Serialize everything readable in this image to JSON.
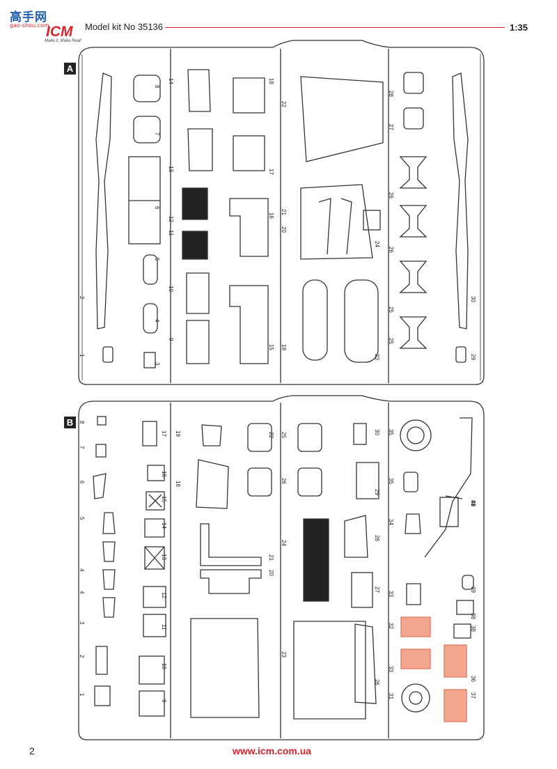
{
  "header": {
    "site_cn": "高手网",
    "site_domain": "gao-shou.com",
    "brand": "ICM",
    "tagline": "Make it, Make Real!",
    "title": "Model kit No 35136",
    "scale": "1:35",
    "accent_color": "#d8232a"
  },
  "sprue_a": {
    "label": "A",
    "part_numbers": [
      "1",
      "2",
      "3",
      "4",
      "5",
      "6",
      "7",
      "8",
      "9",
      "10",
      "11",
      "12",
      "13",
      "14",
      "15",
      "16",
      "17",
      "18",
      "19",
      "20",
      "21",
      "22",
      "23",
      "24",
      "25",
      "25",
      "26",
      "26",
      "27",
      "28",
      "29",
      "30"
    ]
  },
  "sprue_b": {
    "label": "B",
    "part_numbers": [
      "1",
      "2",
      "3",
      "4",
      "4",
      "5",
      "6",
      "7",
      "8",
      "9",
      "10",
      "11",
      "12",
      "13",
      "14",
      "15",
      "16",
      "17",
      "18",
      "19",
      "20",
      "21",
      "22",
      "23",
      "24",
      "25",
      "26",
      "26",
      "27",
      "28",
      "29",
      "30",
      "31",
      "32",
      "33",
      "33",
      "34",
      "35",
      "35",
      "36",
      "37",
      "38",
      "38",
      "39",
      "39",
      "40",
      "41"
    ],
    "highlight_color": "#f3a58e"
  },
  "footer": {
    "page_number": "2",
    "url": "www.icm.com.ua"
  }
}
